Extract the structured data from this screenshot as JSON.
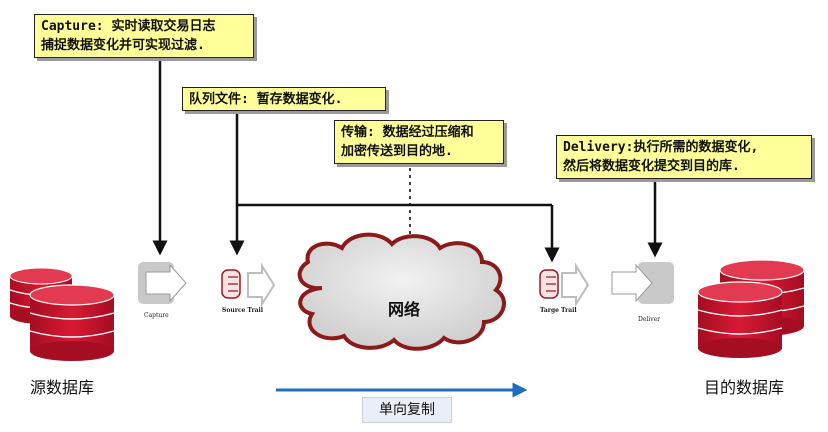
{
  "notes": {
    "capture": {
      "line1": "Capture: 实时读取交易日志",
      "line2": "捕捉数据变化并可实现过滤."
    },
    "queue": {
      "line1": "队列文件: 暂存数据变化."
    },
    "transfer": {
      "line1": "传输: 数据经过压缩和",
      "line2": "加密传送到目的地."
    },
    "delivery": {
      "line1": "Delivery:执行所需的数据变化,",
      "line2": "然后将数据变化提交到目的库."
    }
  },
  "components": {
    "capture": "Capture",
    "source_trail": "Source Trail",
    "target_trail": "Targe Trail",
    "deliver": "Deliver"
  },
  "labels": {
    "source_db": "源数据库",
    "target_db": "目的数据库",
    "network": "网络",
    "direction": "单向复制"
  },
  "colors": {
    "db_red": "#c8102e",
    "note_bg": "#ffff99",
    "arrow_blue": "#1f6fbf",
    "cloud_fill": "#e2e2e2",
    "cloud_edge": "#8b1a1a"
  },
  "icons": [
    "database-icon",
    "capture-arrow-icon",
    "trail-file-icon",
    "deliver-arrow-icon",
    "cloud-icon"
  ]
}
